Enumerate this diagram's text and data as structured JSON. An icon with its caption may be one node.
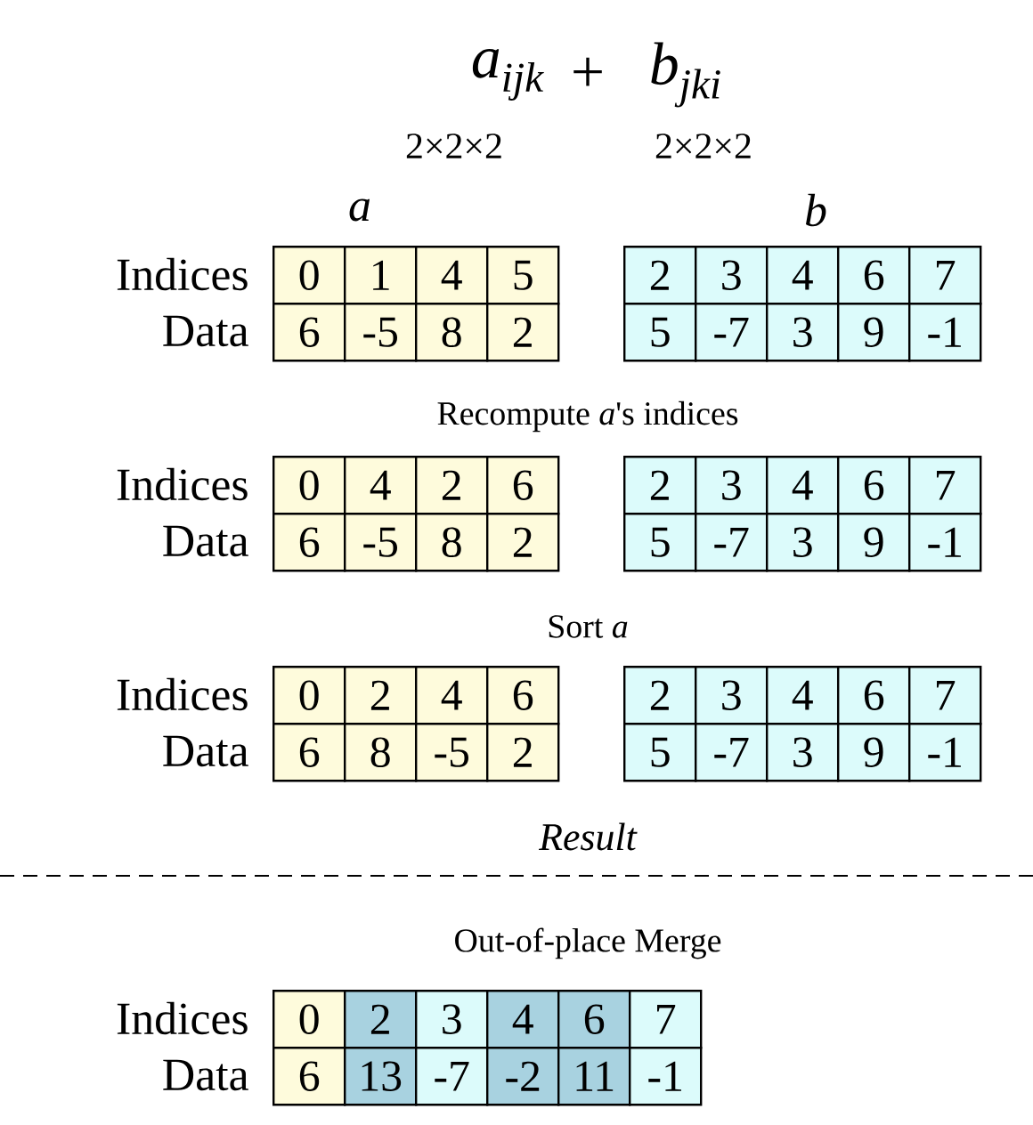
{
  "diagram": {
    "labels": [
      "a$_{ijk}$",
      "+",
      "b$_{jki}$",
      "2×2×2",
      "2×2×2",
      "a",
      "b",
      "Indices",
      "0",
      "1",
      "4",
      "5",
      "2",
      "3",
      "4",
      "6",
      "7",
      "Data",
      "6",
      "-5",
      "8",
      "2",
      "5",
      "-7",
      "3",
      "9",
      "-1",
      "Recompute *a*'s indices",
      "Indices",
      "0",
      "4",
      "2",
      "6",
      "2",
      "3",
      "4",
      "6",
      "7",
      "Data",
      "6",
      "-5",
      "8",
      "2",
      "5",
      "-7",
      "3",
      "9",
      "-1",
      "Sort *a*",
      "Indices",
      "0",
      "2",
      "4",
      "6",
      "2",
      "3",
      "4",
      "6",
      "7",
      "Data",
      "6",
      "8",
      "-5",
      "2",
      "5",
      "-7",
      "3",
      "9",
      "-1",
      "Result",
      "Out-of-place Merge",
      "Indices",
      "0",
      "2",
      "3",
      "4",
      "6",
      "7",
      "Data",
      "6",
      "13",
      "-7",
      "-2",
      "11",
      "-1"
    ]
  }
}
